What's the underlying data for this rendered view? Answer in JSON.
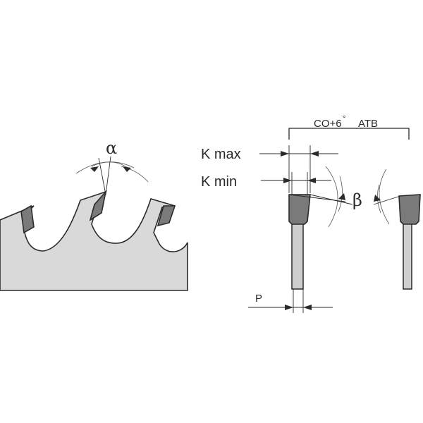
{
  "labels": {
    "alpha": "α",
    "beta": "β",
    "grind": "CO+6",
    "grind_degree": "°",
    "grind_type": "ATB",
    "k_max": "K max",
    "k_min": "K min",
    "p": "P"
  },
  "colors": {
    "blade_fill": "#d9d9d9",
    "tooth_fill": "#7a7a7a",
    "outline": "#2a2a2a"
  }
}
